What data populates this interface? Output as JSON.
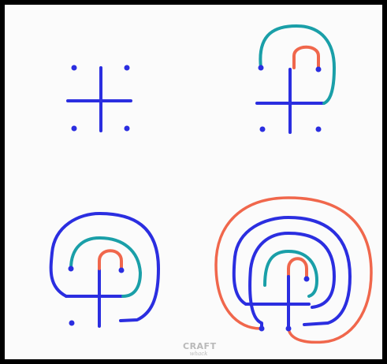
{
  "watermark": {
    "line1": "CRAFT",
    "line2": "whack"
  },
  "colors": {
    "frame": "#000000",
    "background": "#fbfbfb",
    "blue": "#2b2ee0",
    "teal": "#1a9fa8",
    "coral": "#f0674c"
  },
  "steps": [
    {
      "panel": "step-1-seed-pattern"
    },
    {
      "panel": "step-2-first-arcs"
    },
    {
      "panel": "step-3-second-arc"
    },
    {
      "panel": "step-4-completed-labyrinth"
    }
  ]
}
